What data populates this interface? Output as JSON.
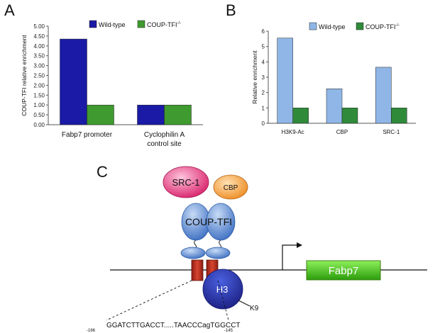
{
  "panels": {
    "a": "A",
    "b": "B",
    "c": "C"
  },
  "colors": {
    "wildtype_a": "#1a1aa6",
    "coup_a": "#3f9a2f",
    "wildtype_b": "#8fb6e6",
    "coup_b": "#2f8a3a",
    "src1": "#e0407a",
    "cbp": "#f3a23a",
    "coup_tfi": "#5b8fd6",
    "h3": "#2b2fb8",
    "dna_box": "#c0392b",
    "fabp7_box": "#44c21a"
  },
  "chart_data": [
    {
      "id": "A",
      "type": "bar",
      "title": "",
      "xlabel": "",
      "ylabel": "COUP-TFI relative enrichment",
      "categories": [
        "Fabp7 promoter",
        "Cyclophilin A control site"
      ],
      "category_lines": [
        [
          "Fabp7 promoter"
        ],
        [
          "Cyclophilin A",
          "control site"
        ]
      ],
      "series": [
        {
          "name": "Wild-type",
          "values": [
            4.35,
            1.0
          ]
        },
        {
          "name": "COUP-TFI-/-",
          "values": [
            1.0,
            1.0
          ]
        }
      ],
      "ylim": [
        0,
        5
      ],
      "yticks": [
        "0.00",
        "0.50",
        "1.00",
        "1.50",
        "2.00",
        "2.50",
        "3.00",
        "3.50",
        "4.00",
        "4.50",
        "5.00"
      ],
      "legend": "top-right",
      "grid": false
    },
    {
      "id": "B",
      "type": "bar",
      "title": "",
      "xlabel": "",
      "ylabel": "Relative enrichment",
      "categories": [
        "H3K9-Ac",
        "CBP",
        "SRC-1"
      ],
      "series": [
        {
          "name": "Wild-type",
          "values": [
            5.55,
            2.25,
            3.65
          ]
        },
        {
          "name": "COUP-TFI-/-",
          "values": [
            1.0,
            1.0,
            1.0
          ]
        }
      ],
      "ylim": [
        0,
        6
      ],
      "yticks": [
        "0",
        "1",
        "2",
        "3",
        "4",
        "5",
        "6"
      ],
      "legend": "top-right",
      "grid": false
    }
  ],
  "legend_labels": {
    "wildtype": "Wild-type",
    "coup_base": "COUP-TFI",
    "coup_sup": "-/-"
  },
  "diagram": {
    "src1": "SRC-1",
    "cbp": "CBP",
    "coup_tfi": "COUP-TFI",
    "h3": "H3",
    "k9": "K9",
    "fabp7": "Fabp7",
    "sequence": "GGATCTTGACCT.....TAACCCagTGGCCT",
    "pos_start": "-166",
    "pos_end": "-145"
  }
}
